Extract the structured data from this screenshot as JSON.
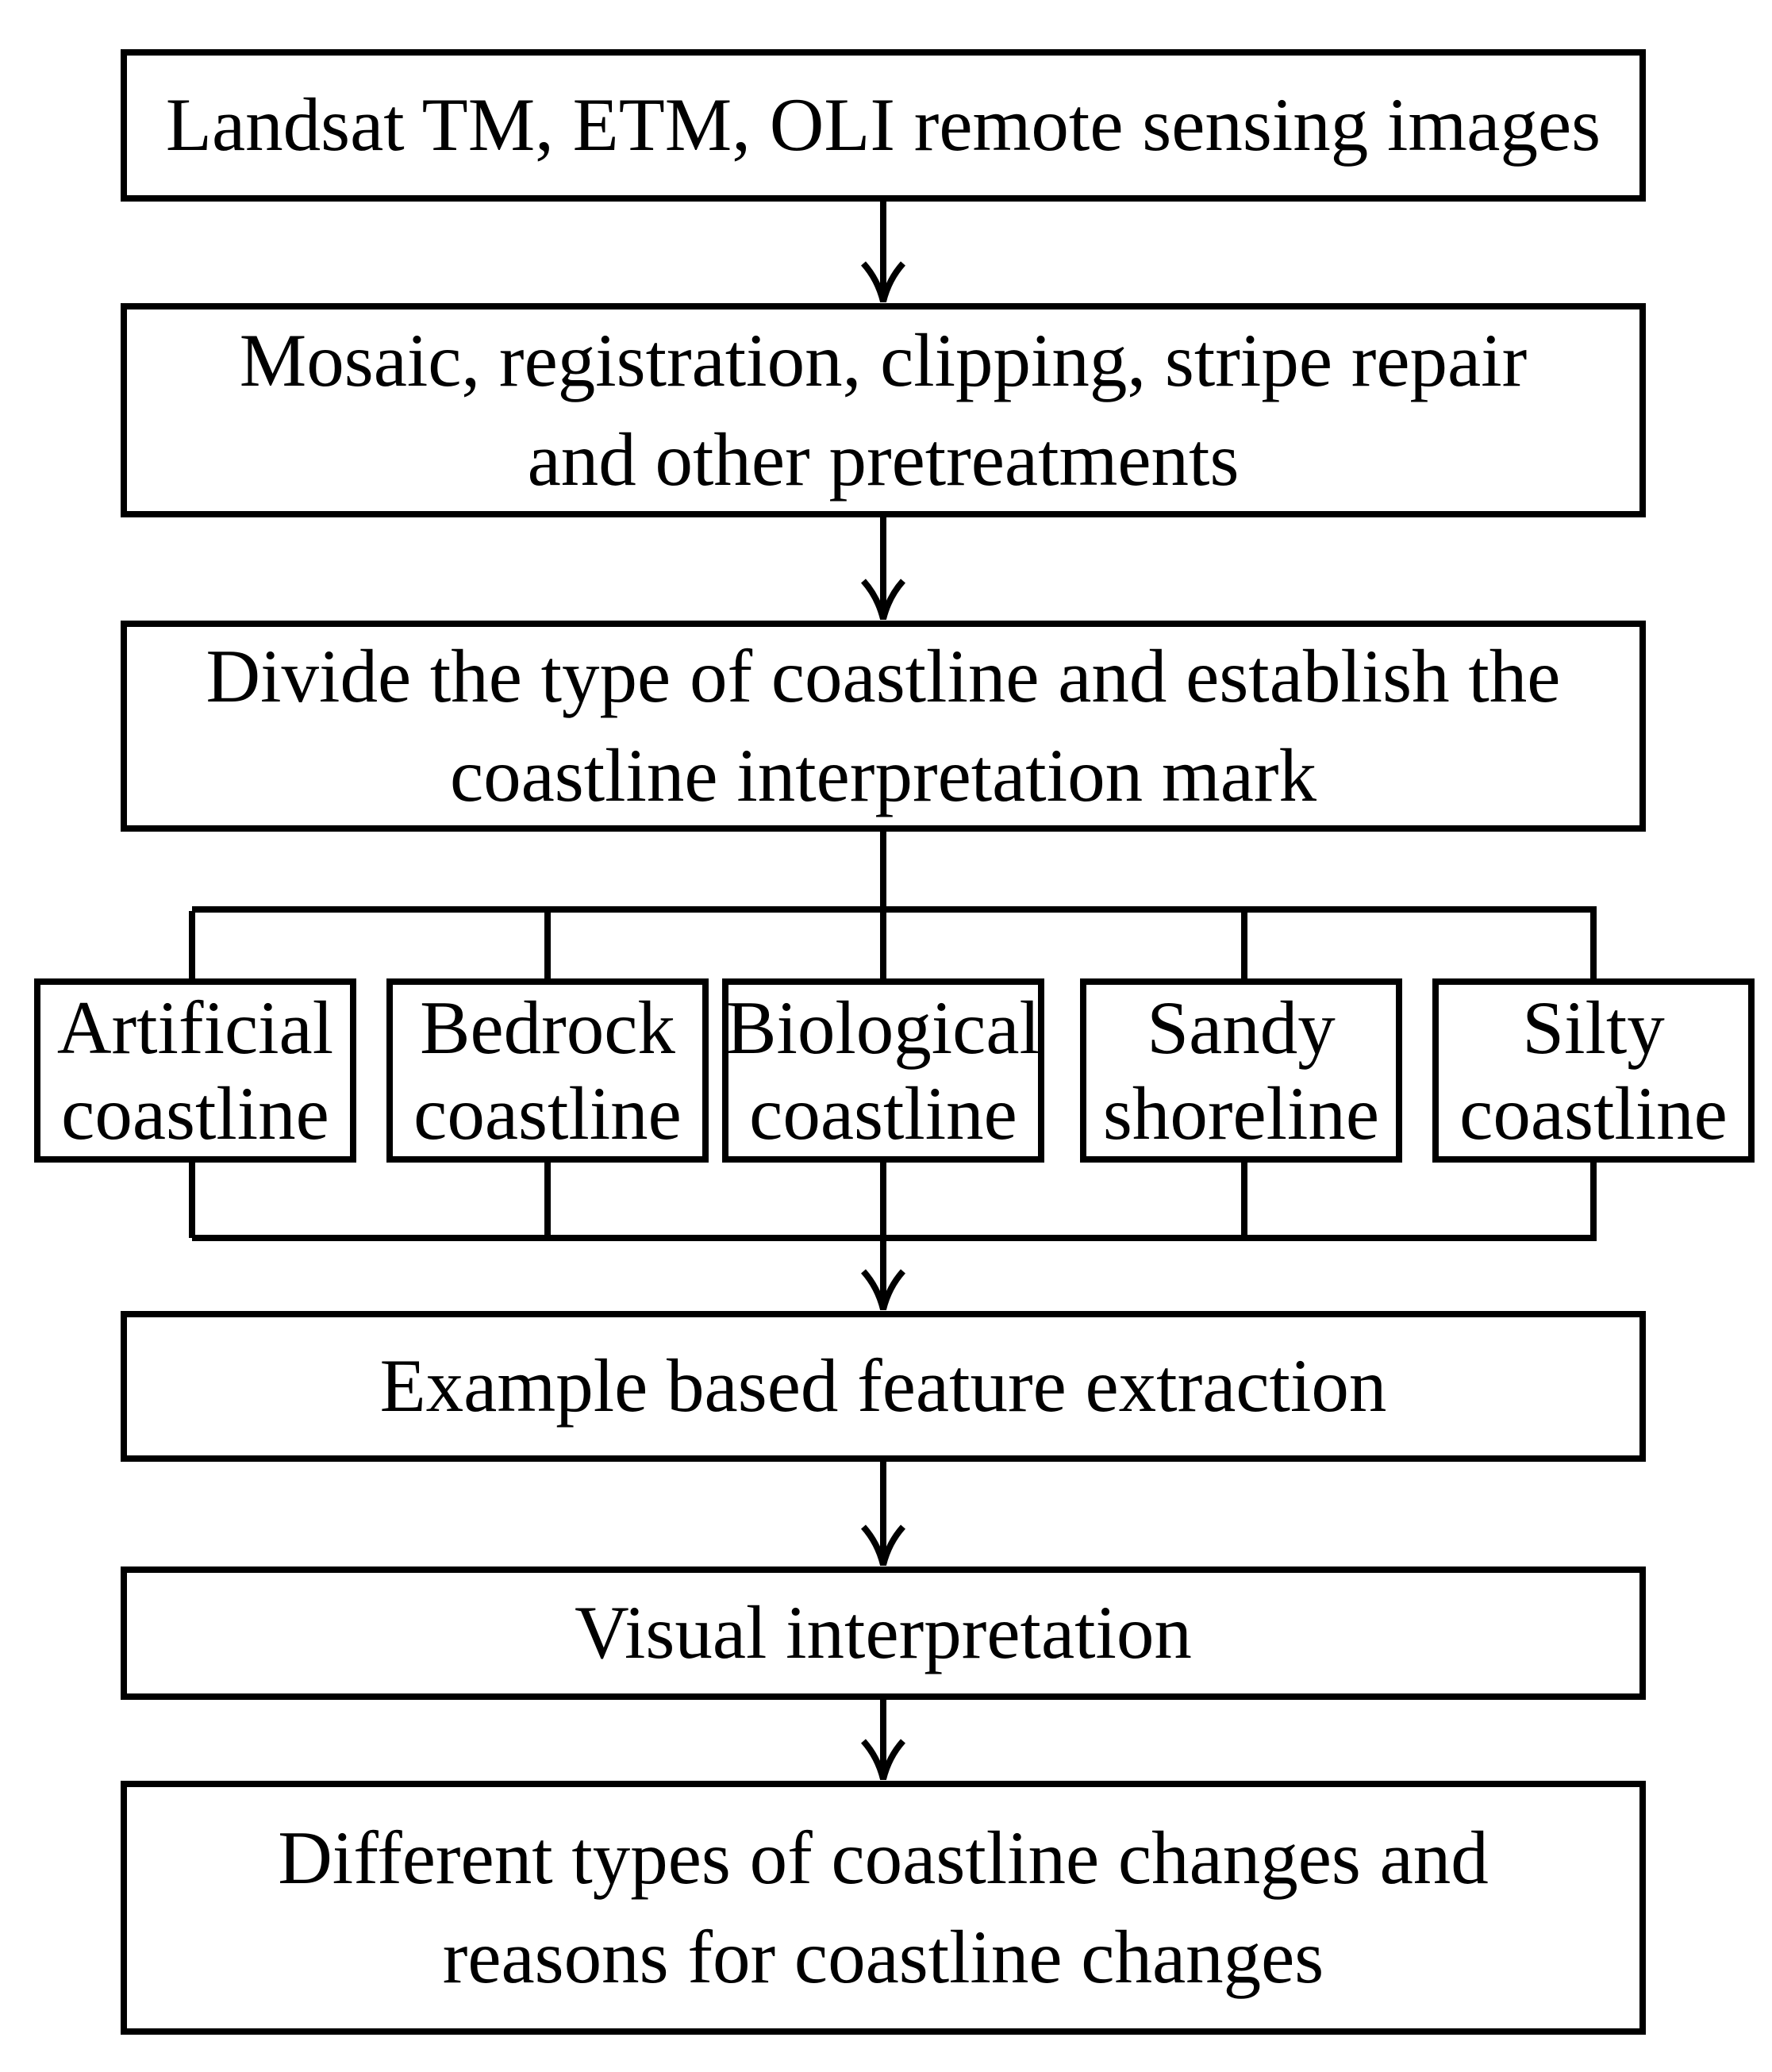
{
  "diagram": {
    "type": "flowchart",
    "colors": {
      "line": "#000000",
      "background": "#ffffff",
      "text": "#000000"
    },
    "nodes": {
      "source": {
        "label": "Landsat TM, ETM, OLI remote sensing images"
      },
      "pretreatment": {
        "label": "Mosaic, registration, clipping, stripe repair\nand other pretreatments"
      },
      "divide": {
        "label": "Divide the type of coastline and establish the\ncoastline interpretation mark"
      },
      "feature_extraction": {
        "label": "Example based feature extraction"
      },
      "visual_interpretation": {
        "label": "Visual interpretation"
      },
      "coastline_changes": {
        "label": "Different types of coastline changes and\nreasons for coastline changes"
      }
    },
    "coastline_types": [
      {
        "label": "Artificial\ncoastline"
      },
      {
        "label": "Bedrock\ncoastline"
      },
      {
        "label": "Biological\ncoastline"
      },
      {
        "label": "Sandy\nshoreline"
      },
      {
        "label": "Silty\ncoastline"
      }
    ]
  }
}
